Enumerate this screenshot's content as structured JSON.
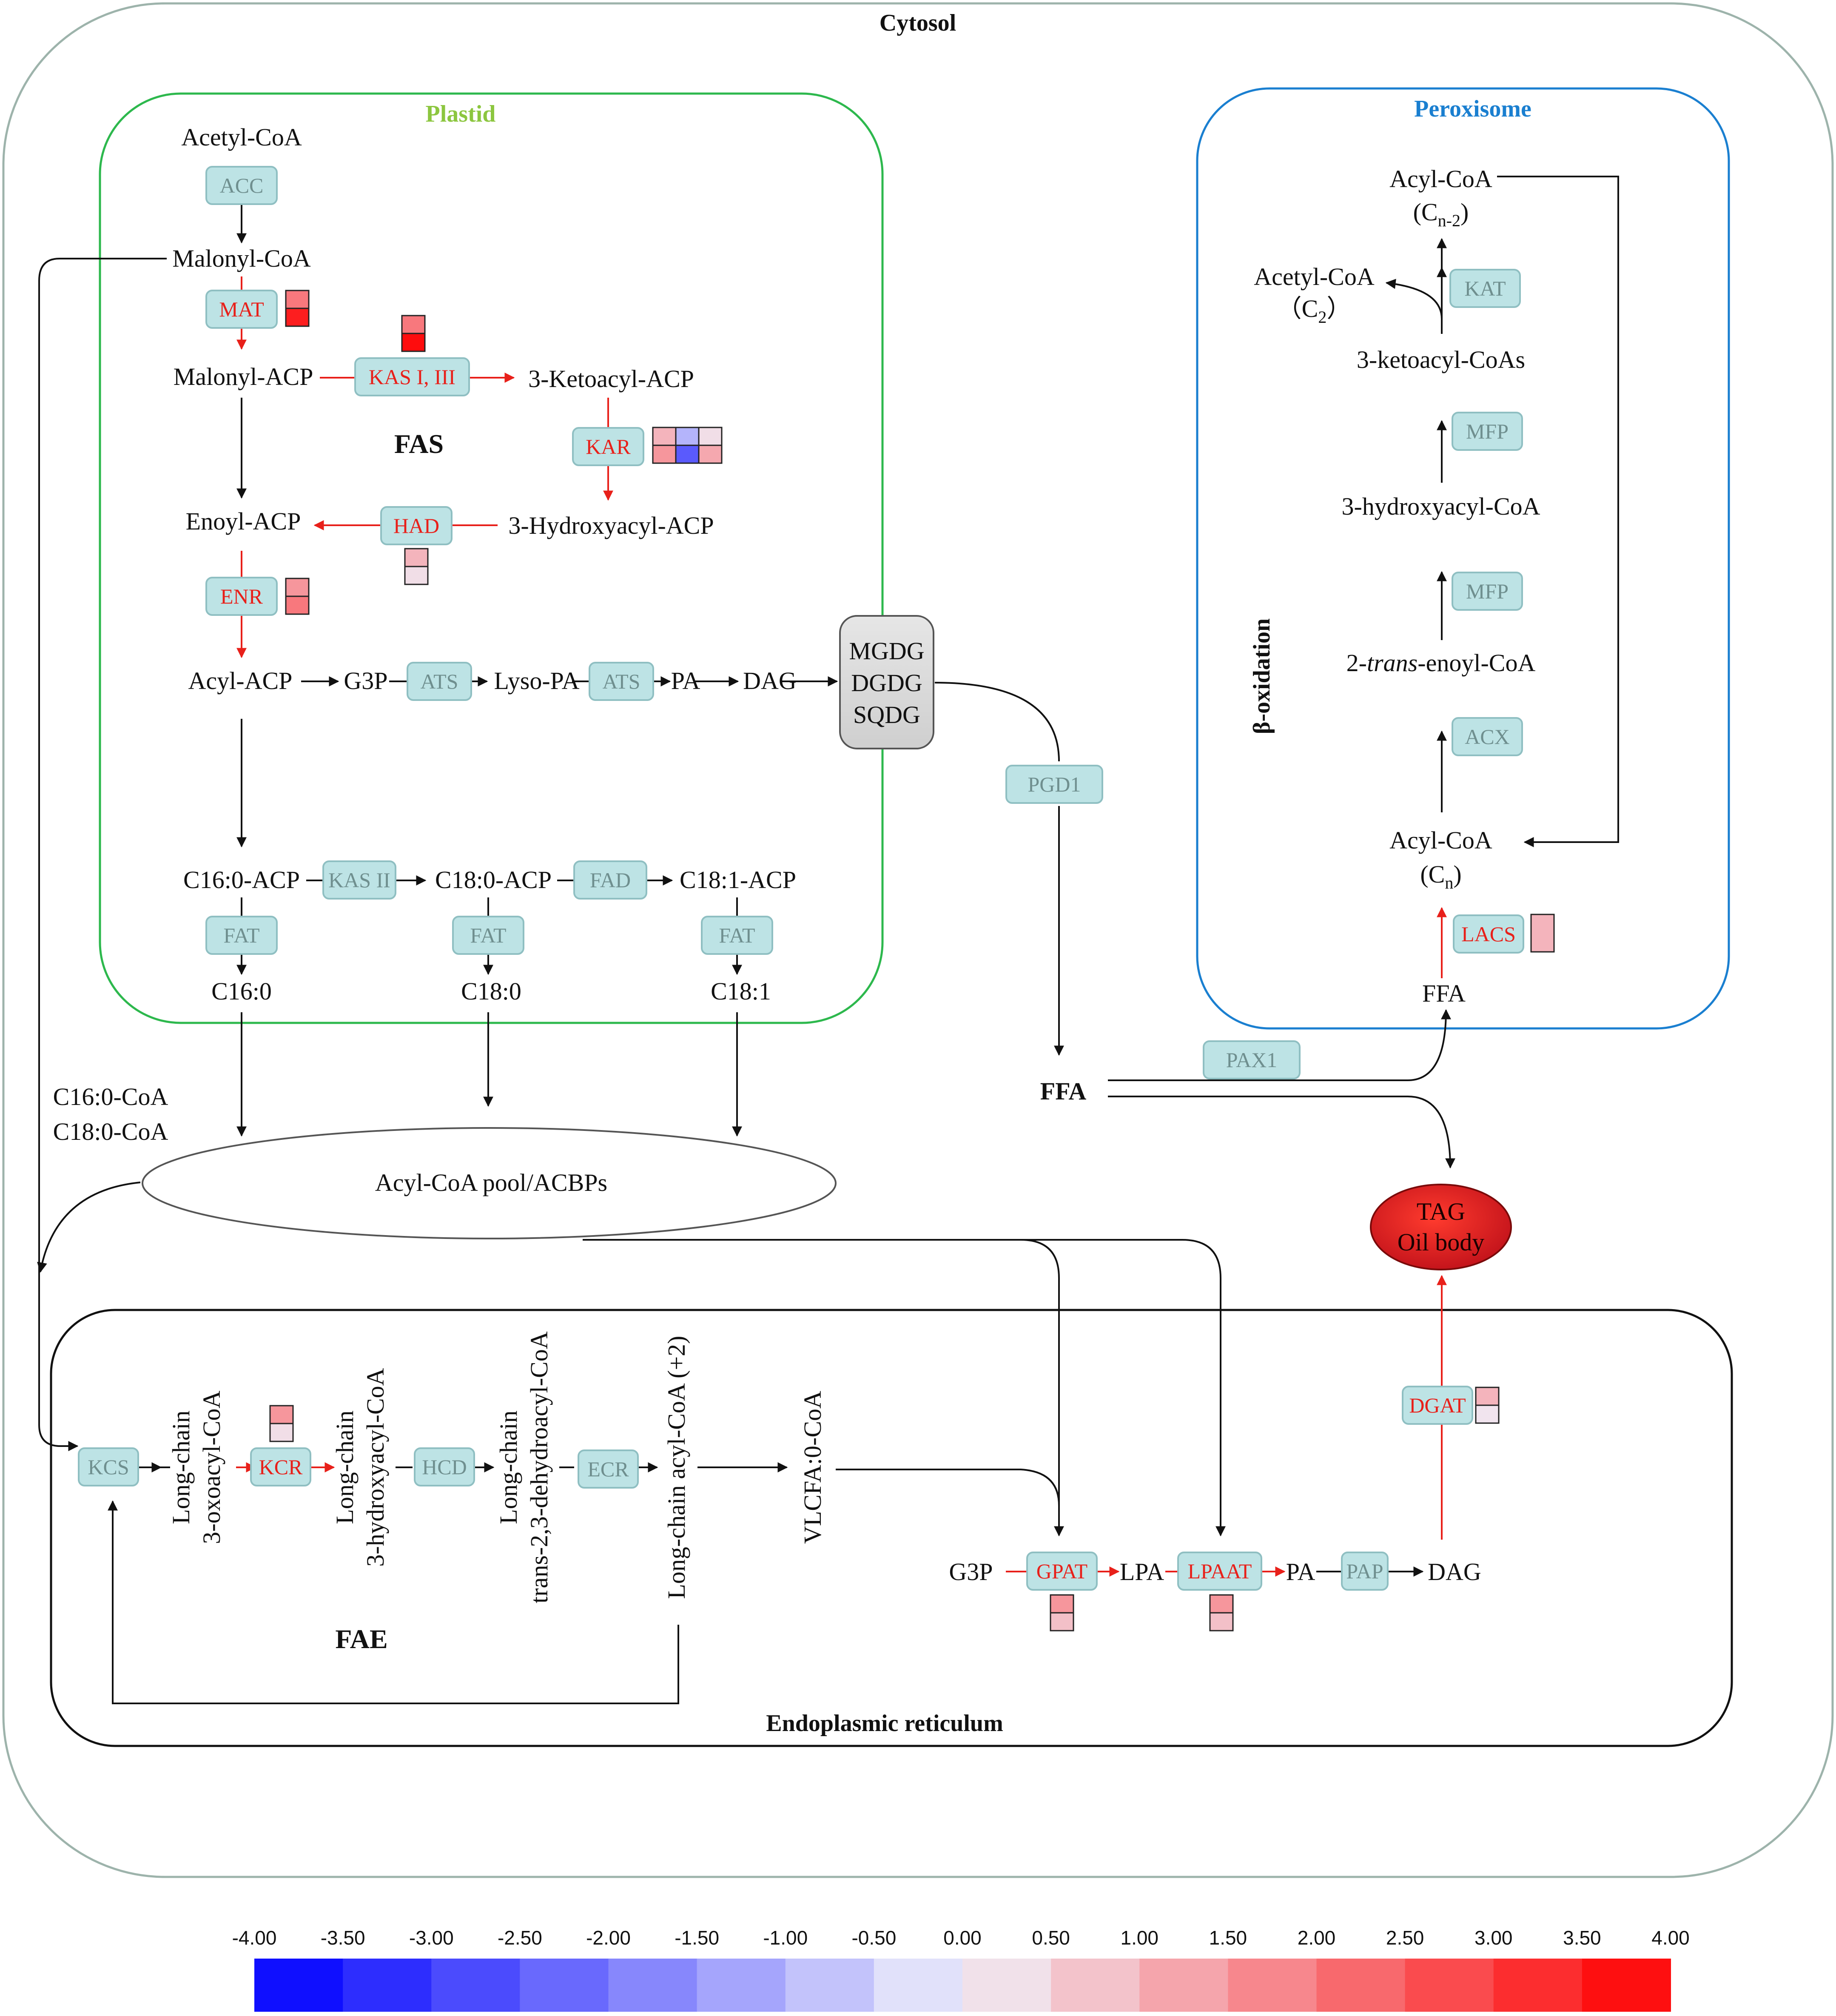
{
  "compartments": {
    "cytosol": "Cytosol",
    "plastid": "Plastid",
    "peroxisome": "Peroxisome",
    "er": "Endoplasmic reticulum"
  },
  "section_labels": {
    "fas": "FAS",
    "fae": "FAE",
    "beta_oxidation": "β-oxidation"
  },
  "metabolites": {
    "acetyl_coa": "Acetyl-CoA",
    "malonyl_coa": "Malonyl-CoA",
    "malonyl_acp": "Malonyl-ACP",
    "ketoacyl_acp": "3-Ketoacyl-ACP",
    "hydroxyacyl_acp": "3-Hydroxyacyl-ACP",
    "enoyl_acp": "Enoyl-ACP",
    "acyl_acp": "Acyl-ACP",
    "g3p": "G3P",
    "lyso_pa": "Lyso-PA",
    "pa": "PA",
    "dag": "DAG",
    "mgdg": "MGDG",
    "dgdg": "DGDG",
    "sqdg": "SQDG",
    "c16_0_acp": "C16:0-ACP",
    "c18_0_acp": "C18:0-ACP",
    "c18_1_acp": "C18:1-ACP",
    "c16_0": "C16:0",
    "c18_0": "C18:0",
    "c18_1": "C18:1",
    "c16_0_coa": "C16:0-CoA",
    "c18_0_coa": "C18:0-CoA",
    "acyl_coa_pool": "Acyl-CoA pool/ACBPs",
    "ffa_cytosol": "FFA",
    "ffa_perox": "FFA",
    "acyl_coa_cn": "Acyl-CoA",
    "cn_sub": "(C",
    "cn_index": "n",
    "cn_close": ")",
    "acyl_coa_cn2": "Acyl-CoA",
    "cn2_open": "(C",
    "cn2_index": "n-2",
    "cn2_close": ")",
    "acetyl_coa_c2": "Acetyl-CoA",
    "c2_open": "（C",
    "c2_index": "2",
    "c2_close": "）",
    "ketoacyl_coas": "3-ketoacyl-CoAs",
    "hydroxyacyl_coa": "3-hydroxyacyl-CoA",
    "trans_enoyl_pre": "2-",
    "trans_enoyl_it": "trans",
    "trans_enoyl_post": "-enoyl-CoA",
    "tag": "TAG",
    "oil_body": "Oil body",
    "lc_oxoacyl_1": "Long-chain",
    "lc_oxoacyl_2": "3-oxoacyl-CoA",
    "lc_hydroxyacyl_1": "Long-chain",
    "lc_hydroxyacyl_2": "3-hydroxyacyl-CoA",
    "lc_dehydro_1": "Long-chain",
    "lc_dehydro_2": "trans-2,3-dehydroacyl-CoA",
    "lc_acyl_plus2": "Long-chain acyl-CoA (+2)",
    "vlcfa": "VLCFA:0-CoA",
    "er_g3p": "G3P",
    "er_lpa": "LPA",
    "er_pa": "PA",
    "er_dag": "DAG"
  },
  "enzymes": {
    "acc": "ACC",
    "mat": "MAT",
    "kas13": "KAS I, III",
    "kar": "KAR",
    "had": "HAD",
    "enr": "ENR",
    "ats1": "ATS",
    "ats2": "ATS",
    "kas2": "KAS II",
    "fad": "FAD",
    "fat1": "FAT",
    "fat2": "FAT",
    "fat3": "FAT",
    "pgd1": "PGD1",
    "pax1": "PAX1",
    "lacs": "LACS",
    "acx": "ACX",
    "mfp1": "MFP",
    "mfp2": "MFP",
    "kat": "KAT",
    "kcs": "KCS",
    "kcr": "KCR",
    "hcd": "HCD",
    "ecr": "ECR",
    "gpat": "GPAT",
    "lpaat": "LPAAT",
    "pap": "PAP",
    "dgat": "DGAT"
  },
  "expression": {
    "mat": [
      [
        2.0
      ],
      [
        3.5
      ]
    ],
    "kas13": [
      [
        2.0
      ],
      [
        3.8
      ]
    ],
    "kar": [
      [
        1.0,
        -1.0,
        0.3
      ],
      [
        1.5,
        -2.5,
        1.2
      ]
    ],
    "had": [
      [
        1.0
      ],
      [
        0.3
      ]
    ],
    "enr": [
      [
        1.5
      ],
      [
        2.0
      ]
    ],
    "lacs": [
      [
        1.0
      ]
    ],
    "kcr": [
      [
        1.5
      ],
      [
        0.3
      ]
    ],
    "gpat": [
      [
        1.5
      ],
      [
        0.8
      ]
    ],
    "lpaat": [
      [
        1.5
      ],
      [
        0.8
      ]
    ],
    "dgat": [
      [
        1.0
      ],
      [
        0.2
      ]
    ]
  },
  "colorscale": {
    "ticks": [
      "-4.00",
      "-3.50",
      "-3.00",
      "-2.50",
      "-2.00",
      "-1.50",
      "-1.00",
      "-0.50",
      "0.00",
      "0.50",
      "1.00",
      "1.50",
      "2.00",
      "2.50",
      "3.00",
      "3.50",
      "4.00"
    ],
    "min": -4.0,
    "max": 4.0,
    "low_color": "#0000ff",
    "mid_color": "#f0f0fa",
    "high_color": "#ff0000"
  },
  "colors": {
    "plastid_border": "#2db84d",
    "plastid_label": "#8cc63f",
    "peroxisome_border": "#1a7fd0",
    "peroxisome_label": "#1a7fd0",
    "cytosol_border": "#9db3ab",
    "enzyme_fill": "#bde3e5",
    "enzyme_text": "#6f8f8f",
    "enzyme_highlight_text": "#e8201a",
    "upregulated_arrow": "#e8201a"
  }
}
